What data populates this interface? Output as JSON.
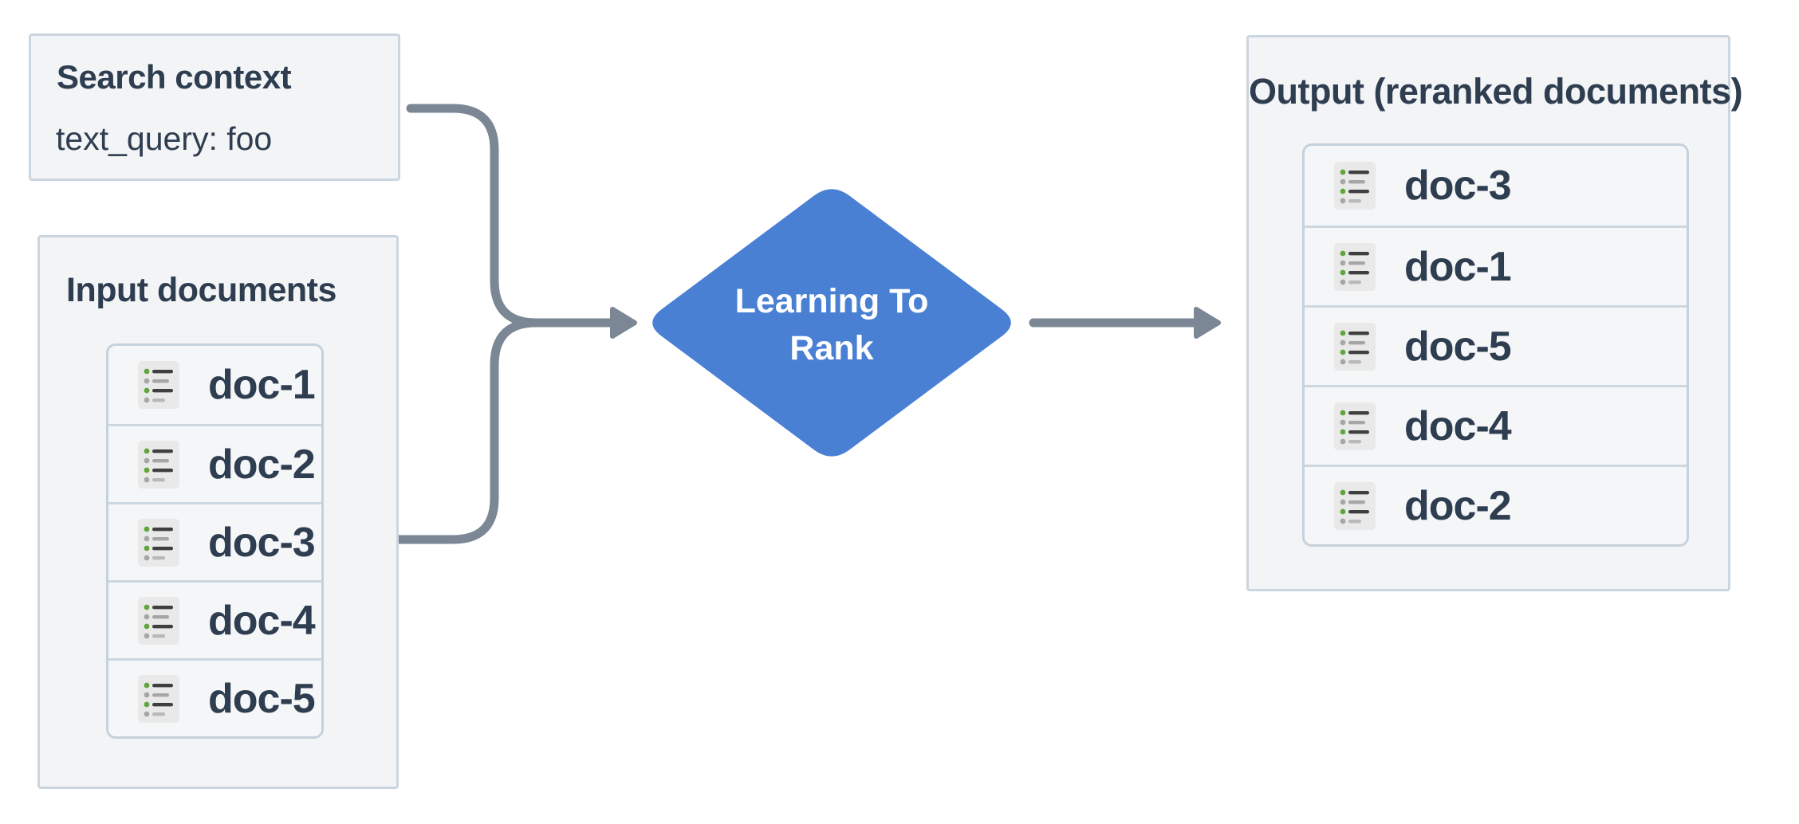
{
  "colors": {
    "box_fill": "#f2f4f6",
    "box_border": "#ccd6df",
    "list_border": "#c5d1dc",
    "separator": "#cdd7e0",
    "row_fill": "#f4f6f8",
    "text_dark": "#2e3d4f",
    "diamond_fill": "#4a80d4",
    "diamond_text": "#ffffff",
    "connector": "#7b8794",
    "icon_bg": "#e9e9e9",
    "icon_green": "#5fa63b",
    "icon_gray": "#a6a6a6",
    "icon_dark": "#3f3f3f",
    "icon_light": "#b9b9b9"
  },
  "search_context": {
    "title": "Search context",
    "query": "text_query: foo"
  },
  "input_documents": {
    "title": "Input documents",
    "docs": [
      "doc-1",
      "doc-2",
      "doc-3",
      "doc-4",
      "doc-5"
    ]
  },
  "ranker": {
    "line1": "Learning To",
    "line2": "Rank"
  },
  "output_documents": {
    "title": "Output (reranked documents)",
    "docs": [
      "doc-3",
      "doc-1",
      "doc-5",
      "doc-4",
      "doc-2"
    ]
  }
}
